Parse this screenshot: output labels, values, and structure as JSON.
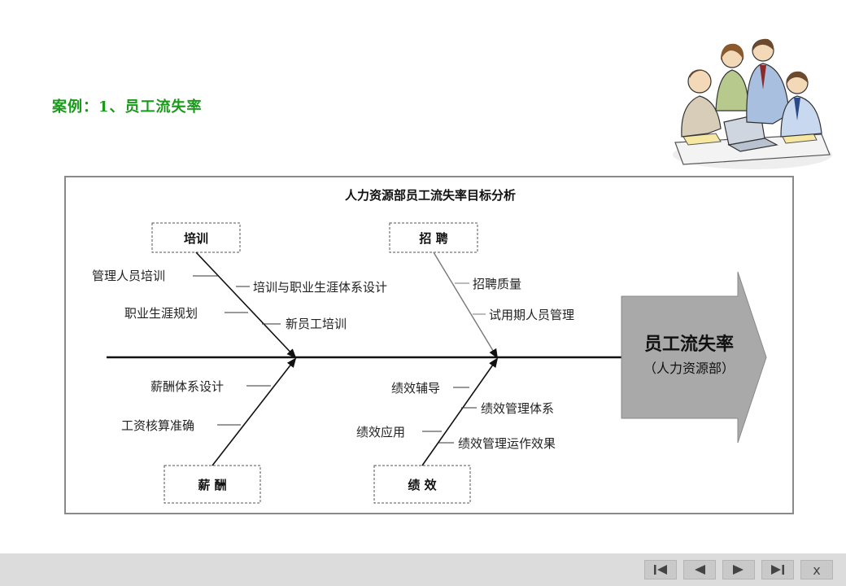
{
  "slide": {
    "title": "案例：1、员工流失率"
  },
  "diagram": {
    "title": "人力资源部员工流失率目标分析",
    "head": {
      "line1": "员工流失率",
      "line2": "（人力资源部）"
    },
    "categories": {
      "training": "培训",
      "recruitment": "招 聘",
      "compensation": "薪 酬",
      "performance": "绩 效"
    },
    "causes": {
      "training": [
        "管理人员培训",
        "培训与职业生涯体系设计",
        "职业生涯规划",
        "新员工培训"
      ],
      "recruitment": [
        "招聘质量",
        "试用期人员管理"
      ],
      "compensation": [
        "薪酬体系设计",
        "工资核算准确"
      ],
      "performance": [
        "绩效辅导",
        "绩效管理体系",
        "绩效应用",
        "绩效管理运作效果"
      ]
    },
    "colors": {
      "head_fill": "#a9a9a9",
      "line": "#111111",
      "recruit_line": "#777777"
    }
  },
  "nav": {
    "first_icon": "first-page-icon",
    "prev_icon": "prev-page-icon",
    "next_icon": "next-page-icon",
    "last_icon": "last-page-icon",
    "close_label": "x"
  }
}
